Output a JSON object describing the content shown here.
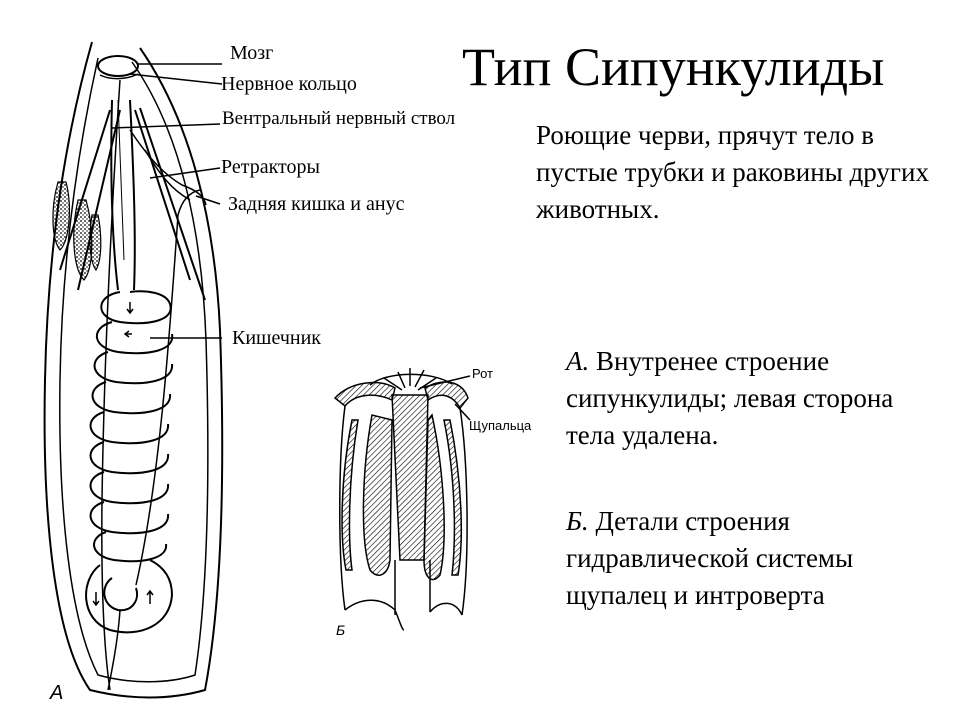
{
  "slide": {
    "title": "Тип Сипункулиды",
    "labels": {
      "brain": "Мозг",
      "nerve_ring": "Нервное кольцо",
      "ventral_nerve_cord": "Вентральный нервный ствол",
      "retractors": "Ретракторы",
      "hindgut_anus": "Задняя кишка и анус",
      "intestine": "Кишечник",
      "mouth": "Рот",
      "tentacles": "Щупальца",
      "figure_a_letter": "А",
      "figure_b_letter": "Б"
    },
    "description": "Роющие черви, прячут тело в пустые трубки и раковины других животных.",
    "caption_a": {
      "letter": "А.",
      "text": " Внутренее строение сипункулиды; левая сторона тела удалена."
    },
    "caption_b": {
      "letter": "Б.",
      "text": " Детали строения гидравлической системы щупалец и интроверта"
    }
  }
}
